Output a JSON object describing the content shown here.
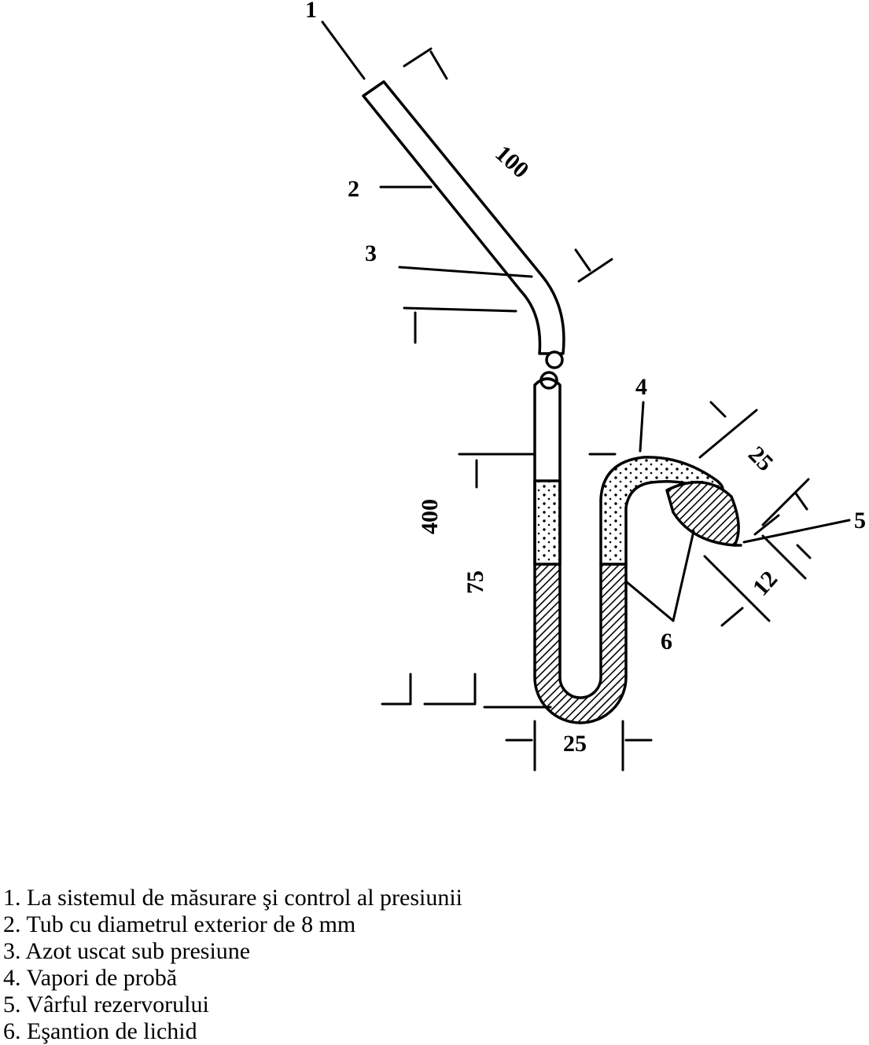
{
  "diagram": {
    "callouts": [
      "1",
      "2",
      "3",
      "4",
      "5",
      "6"
    ],
    "dimensions": {
      "top_tube": "100",
      "total_height": "400",
      "liquid_height": "75",
      "u_width": "25",
      "bulb_length": "25",
      "bulb_tip": "12"
    },
    "colors": {
      "ink": "#000000",
      "paper": "#ffffff"
    }
  },
  "legend": [
    "1. La sistemul de măsurare şi control al presiunii",
    "2. Tub cu diametrul exterior de 8 mm",
    "3. Azot uscat sub presiune",
    "4. Vapori de probă",
    "5. Vârful rezervorului",
    "6. Eşantion de lichid"
  ]
}
